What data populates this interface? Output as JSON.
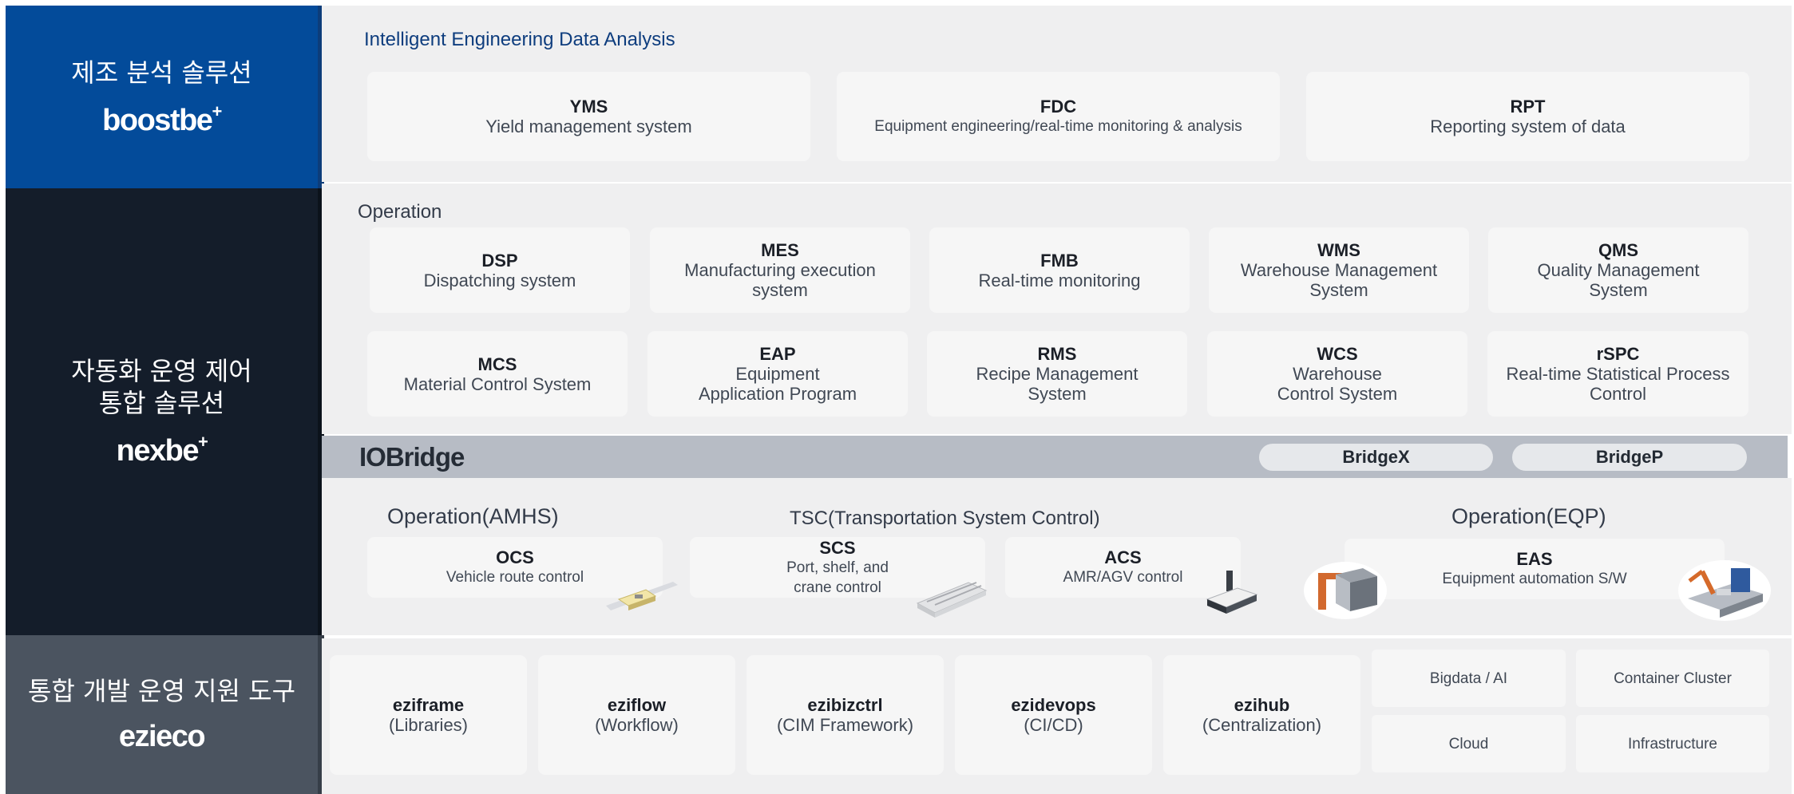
{
  "bands": {
    "analysis": {
      "title": "제조 분석 솔루션",
      "brand": "boostbe",
      "brand_sup": "+"
    },
    "automation": {
      "title_line1": "자동화 운영 제어",
      "title_line2": "통합 솔루션",
      "brand": "nexbe",
      "brand_sup": "+"
    },
    "devtools": {
      "title": "통합 개발 운영 지원 도구",
      "brand": "ezieco"
    }
  },
  "analysis_panel": {
    "section_title": "Intelligent Engineering Data Analysis",
    "cards": [
      {
        "title": "YMS",
        "desc": "Yield management system"
      },
      {
        "title": "FDC",
        "desc": "Equipment engineering/real-time monitoring & analysis"
      },
      {
        "title": "RPT",
        "desc": "Reporting system of data"
      }
    ]
  },
  "operation_panel": {
    "section_title": "Operation",
    "row1": [
      {
        "title": "DSP",
        "desc": "Dispatching system"
      },
      {
        "title": "MES",
        "desc": "Manufacturing execution\nsystem"
      },
      {
        "title": "FMB",
        "desc": "Real-time monitoring"
      },
      {
        "title": "WMS",
        "desc": "Warehouse Management\nSystem"
      },
      {
        "title": "QMS",
        "desc": "Quality Management\nSystem"
      }
    ],
    "row2": [
      {
        "title": "MCS",
        "desc": "Material Control System"
      },
      {
        "title": "EAP",
        "desc": "Equipment\nApplication Program"
      },
      {
        "title": "RMS",
        "desc": "Recipe Management\nSystem"
      },
      {
        "title": "WCS",
        "desc": "Warehouse\nControl System"
      },
      {
        "title": "rSPC",
        "desc": "Real-time Statistical Process\nControl"
      }
    ]
  },
  "iobridge": {
    "logo": "IOBridge",
    "pills": [
      "BridgeX",
      "BridgeP"
    ]
  },
  "control_panel": {
    "amhs_title": "Operation(AMHS)",
    "tsc_title": "TSC(Transportation System Control)",
    "eqp_title": "Operation(EQP)",
    "cards": [
      {
        "title": "OCS",
        "desc": "Vehicle route control"
      },
      {
        "title": "SCS",
        "desc": "Port, shelf, and\ncrane control"
      },
      {
        "title": "ACS",
        "desc": "AMR/AGV control"
      },
      {
        "title": "EAS",
        "desc": "Equipment automation S/W"
      }
    ]
  },
  "devtools_panel": {
    "tools": [
      {
        "title": "eziframe",
        "desc": "(Libraries)"
      },
      {
        "title": "eziflow",
        "desc": "(Workflow)"
      },
      {
        "title": "ezibizctrl",
        "desc": "(CIM Framework)"
      },
      {
        "title": "ezidevops",
        "desc": "(CI/CD)"
      },
      {
        "title": "ezihub",
        "desc": "(Centralization)"
      }
    ],
    "infra": [
      "Bigdata / AI",
      "Container Cluster",
      "Cloud",
      "Infrastructure"
    ]
  },
  "colors": {
    "band_blue": "#034b9a",
    "band_dark": "#141d2a",
    "band_gray": "#4b5460",
    "panel_bg": "#efeff0",
    "card_bg": "#f6f6f6",
    "bridge_bar": "#b7bcc5",
    "section_title_blue": "#0e3d7e"
  }
}
